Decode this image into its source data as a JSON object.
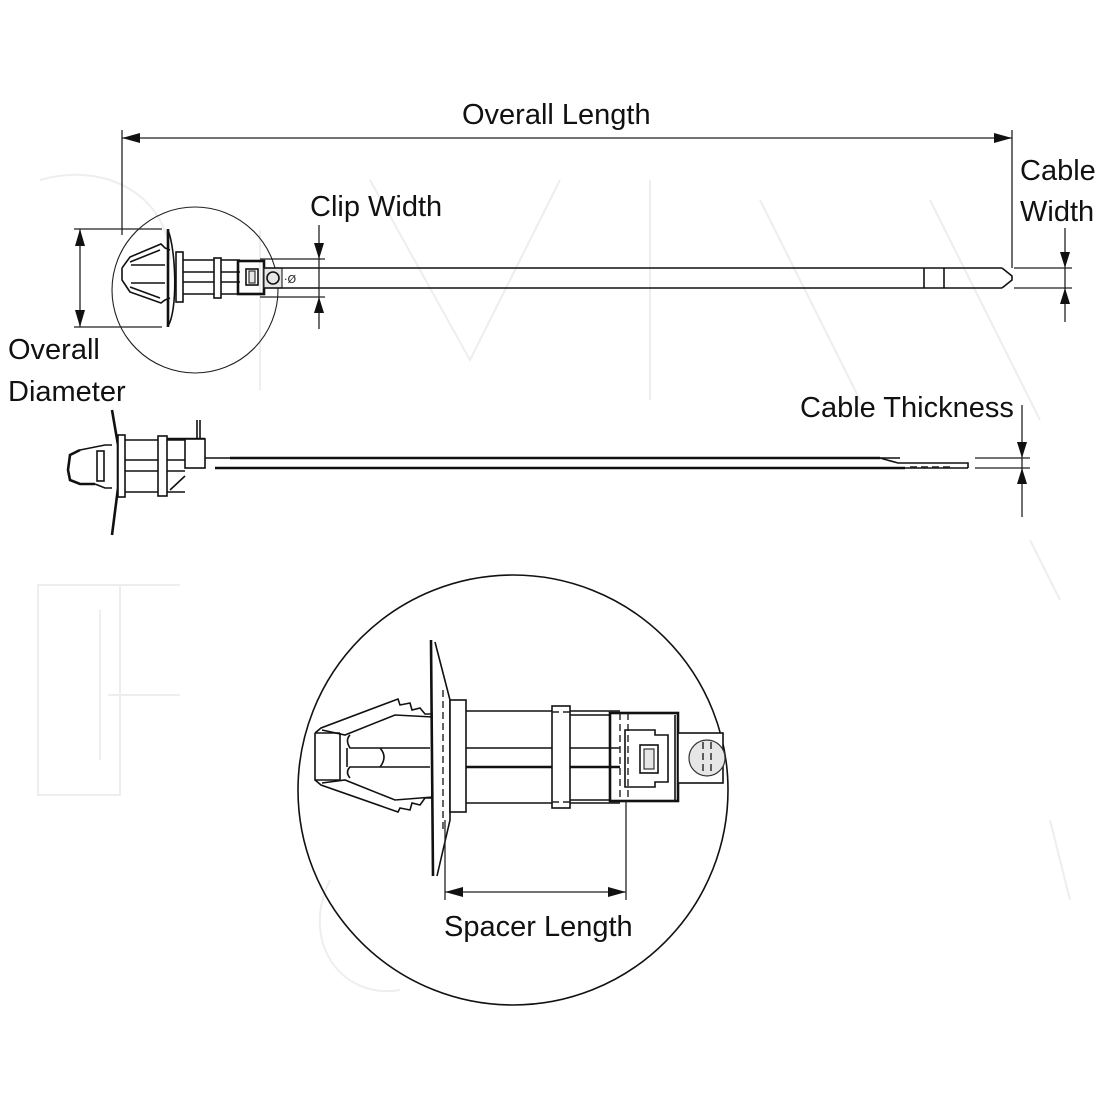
{
  "diagram": {
    "subject": "Push-mount cable tie with fir-tree clip and spacer",
    "colors": {
      "line": "#111111",
      "background": "#ffffff",
      "watermark": "#ececec"
    },
    "watermark_text": "SENTRY",
    "labels": {
      "overall_length": "Overall Length",
      "clip_width": "Clip Width",
      "cable_width_line1": "Cable",
      "cable_width_line2": "Width",
      "overall_diameter_line1": "Overall",
      "overall_diameter_line2": "Diameter",
      "cable_thickness": "Cable Thickness",
      "spacer_length": "Spacer Length"
    },
    "views": [
      {
        "id": "top-view",
        "label": "Top view with clip detail circle"
      },
      {
        "id": "side-view",
        "label": "Side view"
      },
      {
        "id": "detail-view",
        "label": "Enlarged clip detail"
      }
    ]
  }
}
